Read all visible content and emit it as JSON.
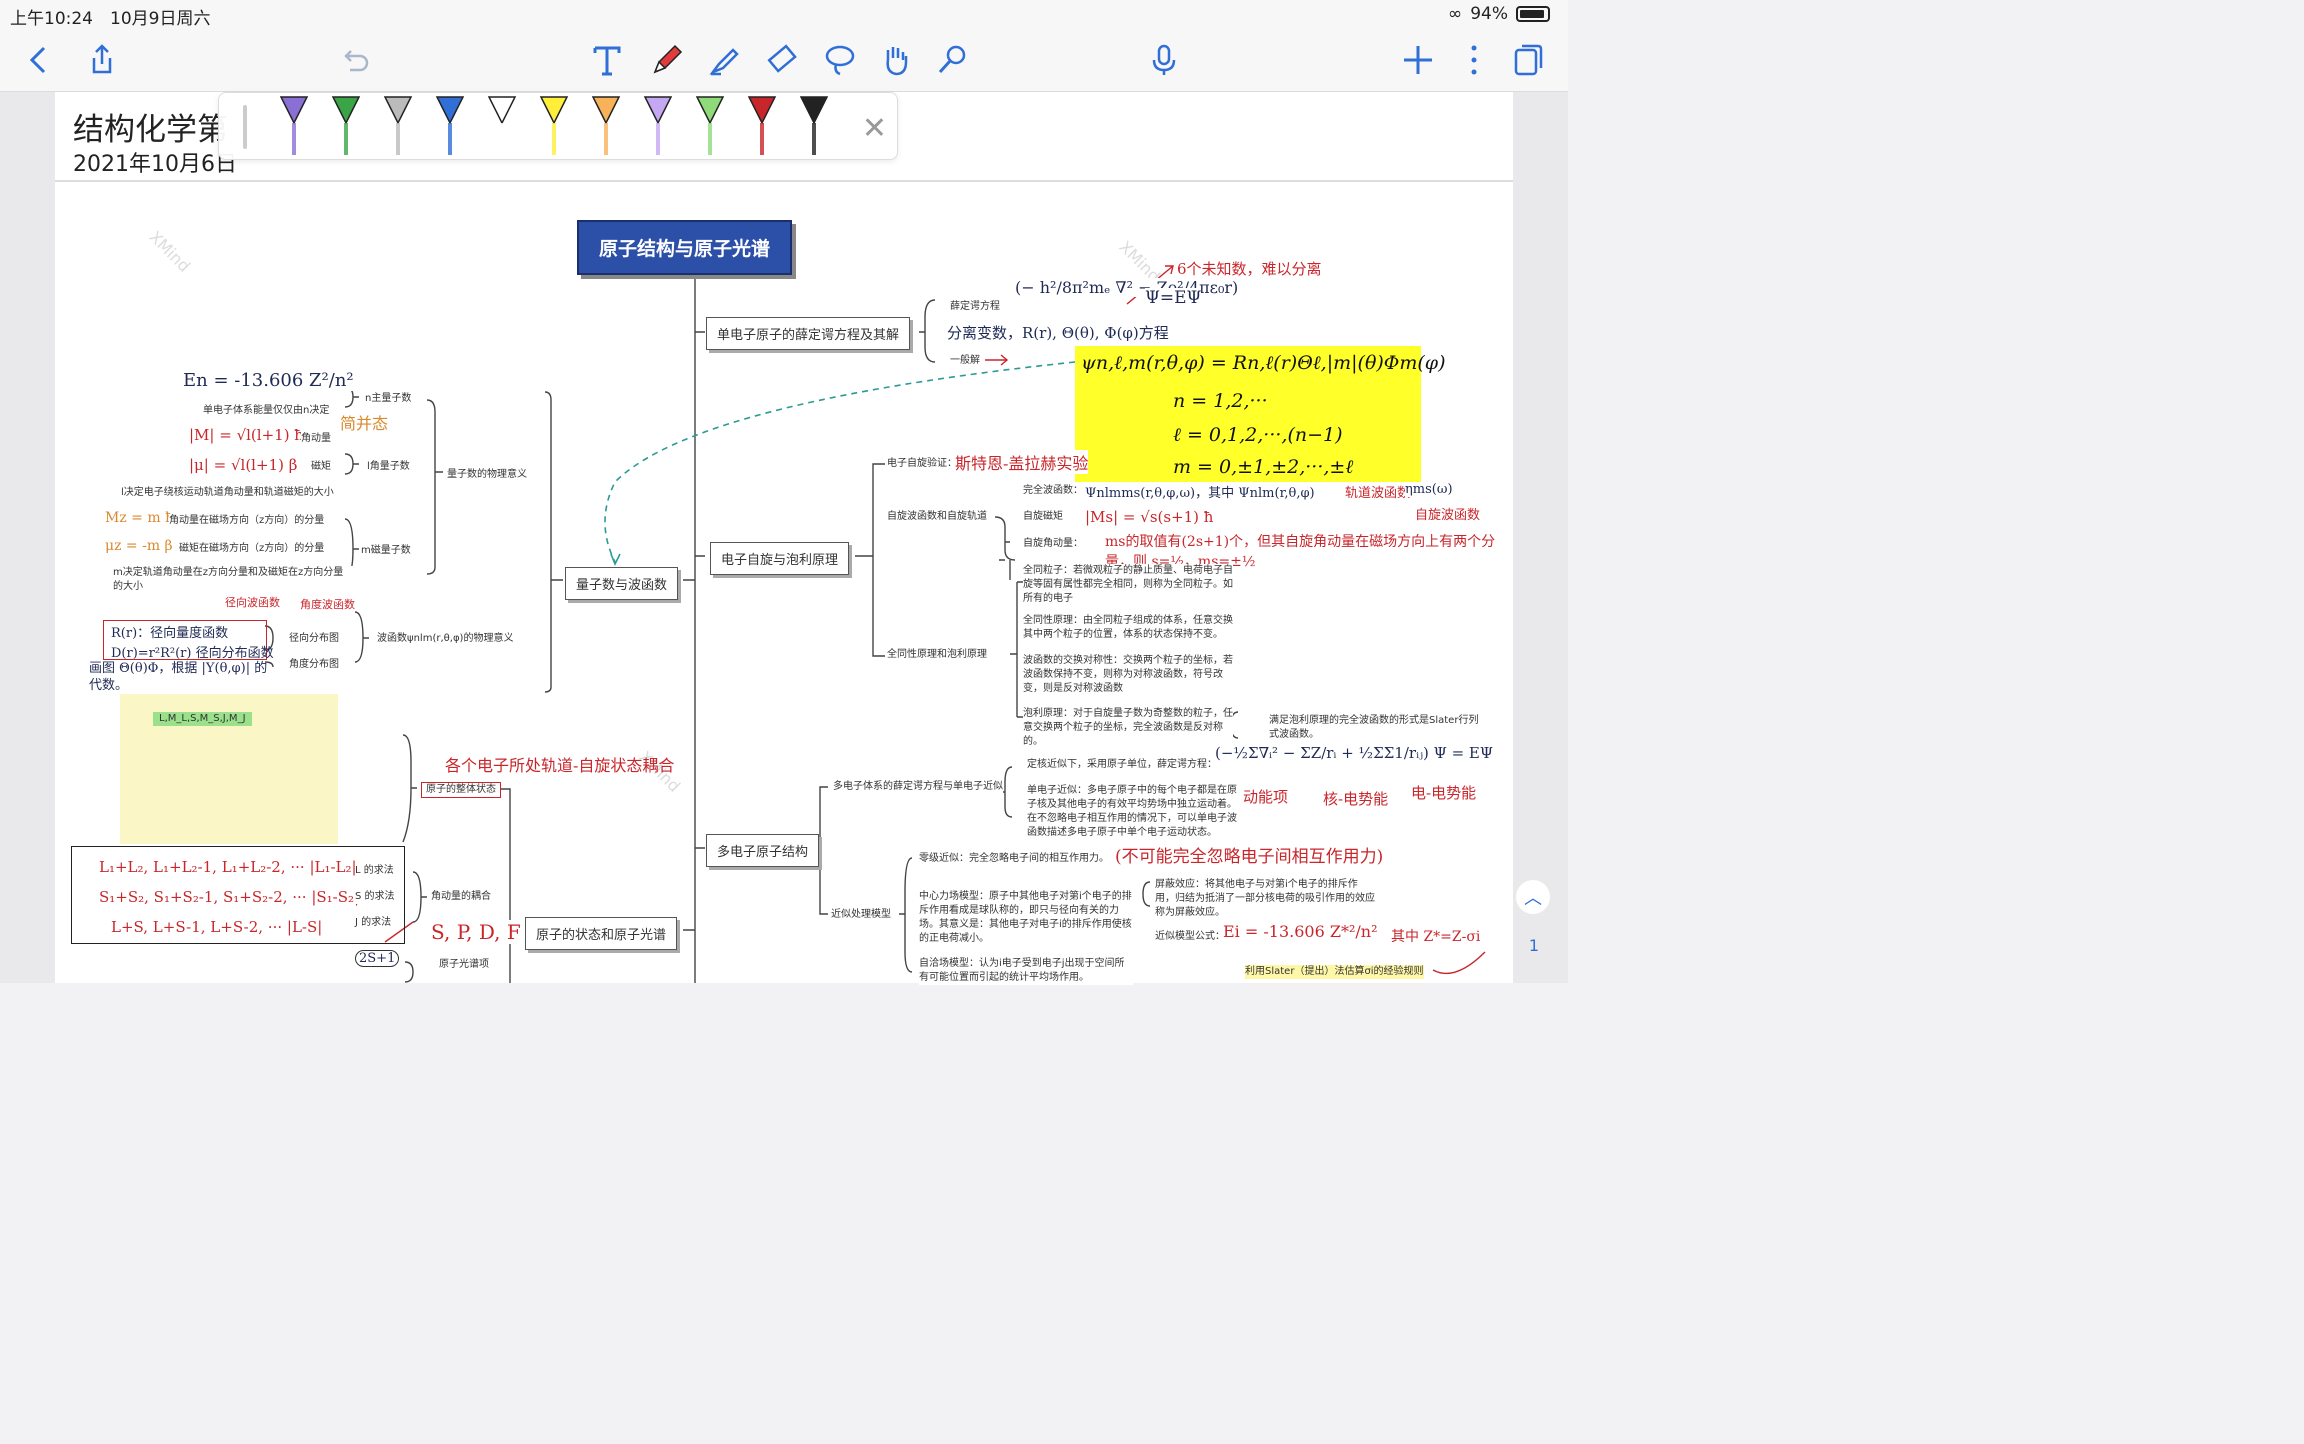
{
  "status": {
    "time": "上午10:24",
    "date": "10月9日周六",
    "battery": "94%"
  },
  "toolbar": {
    "icons": [
      "back-icon",
      "share-icon",
      "undo-icon",
      "text-tool-icon",
      "pen-tool-icon",
      "highlighter-icon",
      "eraser-icon",
      "lasso-icon",
      "hand-icon",
      "laser-pointer-icon",
      "microphone-icon",
      "add-icon",
      "more-icon",
      "pages-icon"
    ],
    "pen_colors": [
      "#8a6fd6",
      "#3aa547",
      "#bbbbbb",
      "#2f6fd6",
      "#ffffff",
      "#ffef3a",
      "#f7b25a",
      "#c5a8f2",
      "#8fdb7a",
      "#c8262b",
      "#222222"
    ]
  },
  "note": {
    "title": "结构化学第",
    "date": "2021年10月6日"
  },
  "mindmap": {
    "root": "原子结构与原子光谱",
    "branches": {
      "b1": "单电子原子的薛定谔方程及其解",
      "b2": "电子自旋与泡利原理",
      "b3": "量子数与波函数",
      "b4": "多电子原子结构",
      "b5": "原子的状态和原子光谱"
    },
    "b1_items": {
      "schrodinger": "薛定谔方程",
      "general": "一般解"
    },
    "b2_items": {
      "verify": "电子自旋验证：",
      "spin_orbit": "自旋波函数和自旋轨道",
      "full_wave": "完全波函数：",
      "spin_moment": "自旋磁矩",
      "spin_angular": "自旋角动量：",
      "identity": "全同性原理和泡利原理",
      "t1": "全同粒子：若微观粒子的静止质量、电荷电子自旋等固有属性都完全相同，则称为全同粒子。如所有的电子",
      "t2": "全同性原理：由全同粒子组成的体系，任意交换其中两个粒子的位置，体系的状态保持不变。",
      "t3": "波函数的交换对称性：交换两个粒子的坐标，若波函数保持不变，则称为对称波函数，符号改变，则是反对称波函数",
      "t4": "泡利原理：对于自旋量子数为奇整数的粒子，任意交换两个粒子的坐标，完全波函数是反对称的。",
      "slater": "满足泡利原理的完全波函数的形式是Slater行列式波函数。"
    },
    "b3_items": {
      "n_main": "n主量子数",
      "energy_desc": "单电子体系能量仅仅由n决定",
      "angular": "角动量",
      "magnetic": "磁矩",
      "l_q": "l角量子数",
      "l_desc": "l决定电子绕核运动轨道角动量和轨道磁矩的大小",
      "mz_desc": "角动量在磁场方向（z方向）的分量",
      "uz_desc": "磁矩在磁场方向（z方向）的分量",
      "m_q": "m磁量子数",
      "m_desc": "m决定轨道角动量在z方向分量和及磁矩在z方向分量的大小",
      "phys": "量子数的物理意义",
      "radial": "径向分布图",
      "angular_dist": "角度分布图",
      "wave_phys": "波函数ψnlm(r,θ,φ)的物理意义"
    },
    "b4_items": {
      "multi": "多电子体系的薛定谔方程与单电子近似",
      "fixed": "定核近似下，采用原子单位，薛定谔方程：",
      "single": "单电子近似：多电子原子中的每个电子都是在原子核及其他电子的有效平均势场中独立运动着。在不忽略电子相互作用的情况下，可以单电子波函数描述多电子原子中单个电子运动状态。",
      "approx": "近似处理模型",
      "zero": "零级近似：完全忽略电子间的相互作用力。",
      "central": "中心力场模型：原子中其他电子对第i个电子的排斥作用看成是球队称的，即只与径向有关的力场。其意义是：其他电子对电子i的排斥作用使核的正电荷减小。",
      "shield": "屏蔽效应：将其他电子与对第i个电子的排斥作用，归结为抵消了一部分核电荷的吸引作用的效应称为屏蔽效应。",
      "formula": "近似模型公式：",
      "self": "自洽场模型：认为i电子受到电子j出现于空间所有可能位置而引起的统计平均场作用。",
      "slater_note": "利用Slater（提出）法估算σi的经验规则"
    },
    "b5_items": {
      "state": "原子的整体状态",
      "coupling": "角动量的耦合",
      "l_rule": "L 的求法",
      "s_rule": "S 的求法",
      "j_rule": "J 的求法",
      "term": "原子光谱项",
      "quantum": "L,M_L,S,M_S,J,M_J"
    },
    "handwriting": {
      "h1": "6个未知数，难以分离",
      "h2": "分离变数，R(r), Θ(θ), Φ(φ)方程",
      "h3": "斯特恩-盖拉赫实验",
      "h4": "轨道波函数",
      "h5": "自旋波函数",
      "h6": "ms的取值有(2s+1)个，但其自旋角动量在磁场方向上有两个分量，则 s=½，ms=±½",
      "h7": "简并态",
      "h8": "径向波函数",
      "h9": "角度波函数",
      "h10": "R(r)：径向量度函数",
      "h11": "D(r)=r²R²(r) 径向分布函数",
      "h12": "画图 Θ(θ)Φ，根据 |Y(θ,φ)| 的代数。",
      "h13": "各个电子所处轨道-自旋状态耦合",
      "h14": "(不可能完全忽略电子间相互作用力)",
      "h15": "动能项",
      "h16": "核-电势能",
      "h17": "电-电势能",
      "h18": "其中 Z*=Z-σi",
      "h19": "S, P, D, F",
      "h20": "L₁+L₂, L₁+L₂-1, L₁+L₂-2, ··· |L₁-L₂|",
      "h21": "S₁+S₂, S₁+S₂-1, S₁+S₂-2, ··· |S₁-S₂|",
      "h22": "L+S, L+S-1, L+S-2, ··· |L-S|",
      "h23": "2S+1",
      "h24": "Ψ=EΨ",
      "h25": "En = -13.606 Z²/n²",
      "h26": "|M| = √l(l+1) ħ",
      "h27": "|μ| = √l(l+1) β",
      "h28": "Mz = m ħ",
      "h29": "μz = -m β",
      "h30": "|Ms| = √s(s+1) ħ",
      "h31": "Ei = -13.606 Z*²/n²"
    },
    "yellow_formula": {
      "psi": "ψn,ℓ,m(r,θ,φ) = Rn,ℓ(r)Θℓ,|m|(θ)Φm(φ)",
      "n": "n = 1,2,···",
      "l": "ℓ = 0,1,2,···,(n−1)",
      "m": "m = 0,±1,±2,···,±ℓ"
    },
    "watermark": "XMind"
  },
  "sidebar": {
    "page_num": "1"
  }
}
